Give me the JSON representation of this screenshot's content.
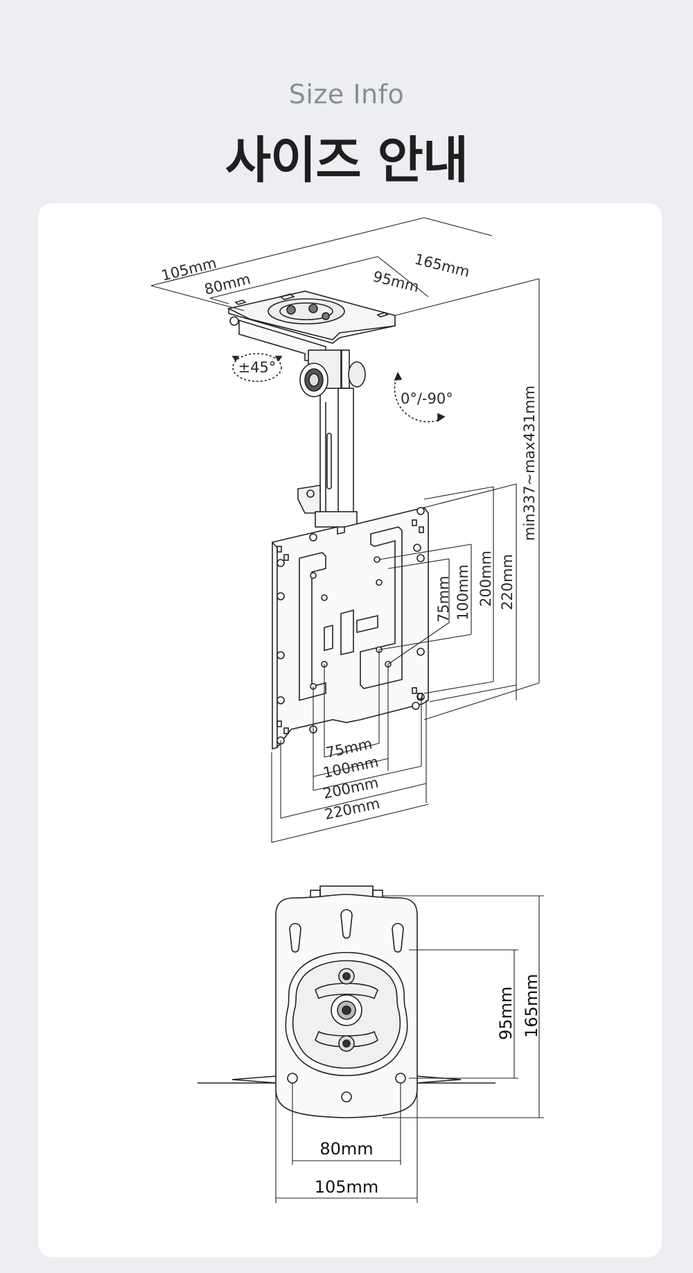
{
  "header": {
    "subtitle": "Size Info",
    "title": "사이즈 안내"
  },
  "diagram_top": {
    "base_width": "105mm",
    "base_inner_width": "80mm",
    "base_depth": "165mm",
    "base_inner_depth": "95mm",
    "swivel": "±45°",
    "tilt": "0°/-90°",
    "height_range": "min337~max431mm",
    "vesa_v_75": "75mm",
    "vesa_v_100": "100mm",
    "vesa_v_200": "200mm",
    "vesa_v_220": "220mm",
    "vesa_h_75": "75mm",
    "vesa_h_100": "100mm",
    "vesa_h_200": "200mm",
    "vesa_h_220": "220mm"
  },
  "diagram_bottom": {
    "hole_spacing_v": "95mm",
    "plate_length": "165mm",
    "hole_spacing_h": "80mm",
    "plate_width": "105mm"
  },
  "colors": {
    "background": "#eceef1",
    "card": "#ffffff",
    "line": "#222222"
  }
}
